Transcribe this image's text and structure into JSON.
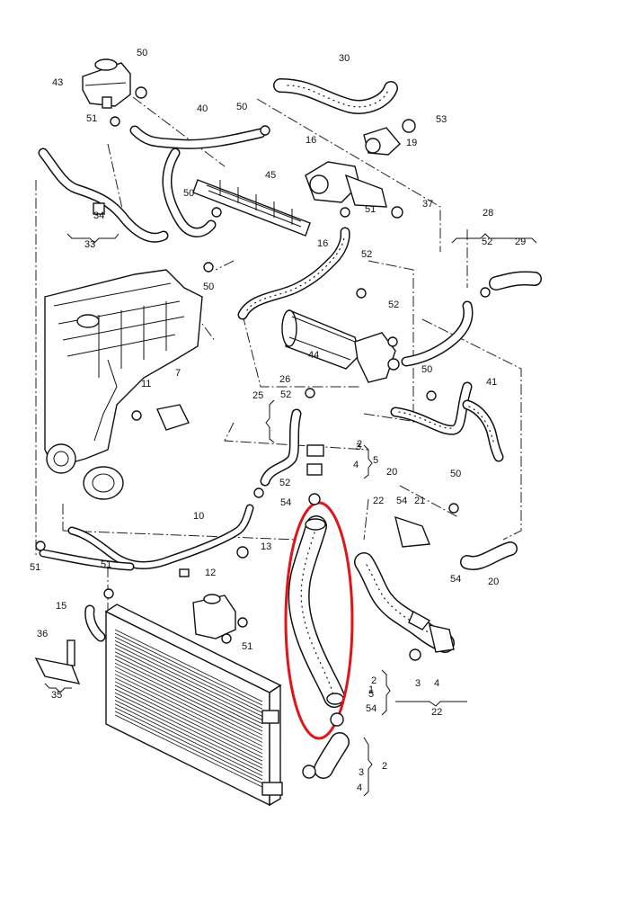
{
  "diagram": {
    "highlight_color": "#e0141a",
    "highlighted_part": "1",
    "callouts": [
      "1",
      "2",
      "3",
      "4",
      "5",
      "7",
      "10",
      "11",
      "12",
      "13",
      "15",
      "16",
      "19",
      "20",
      "21",
      "22",
      "25",
      "26",
      "28",
      "29",
      "30",
      "33",
      "34",
      "35",
      "36",
      "37",
      "40",
      "41",
      "43",
      "44",
      "45",
      "50",
      "51",
      "52",
      "53",
      "54"
    ]
  }
}
